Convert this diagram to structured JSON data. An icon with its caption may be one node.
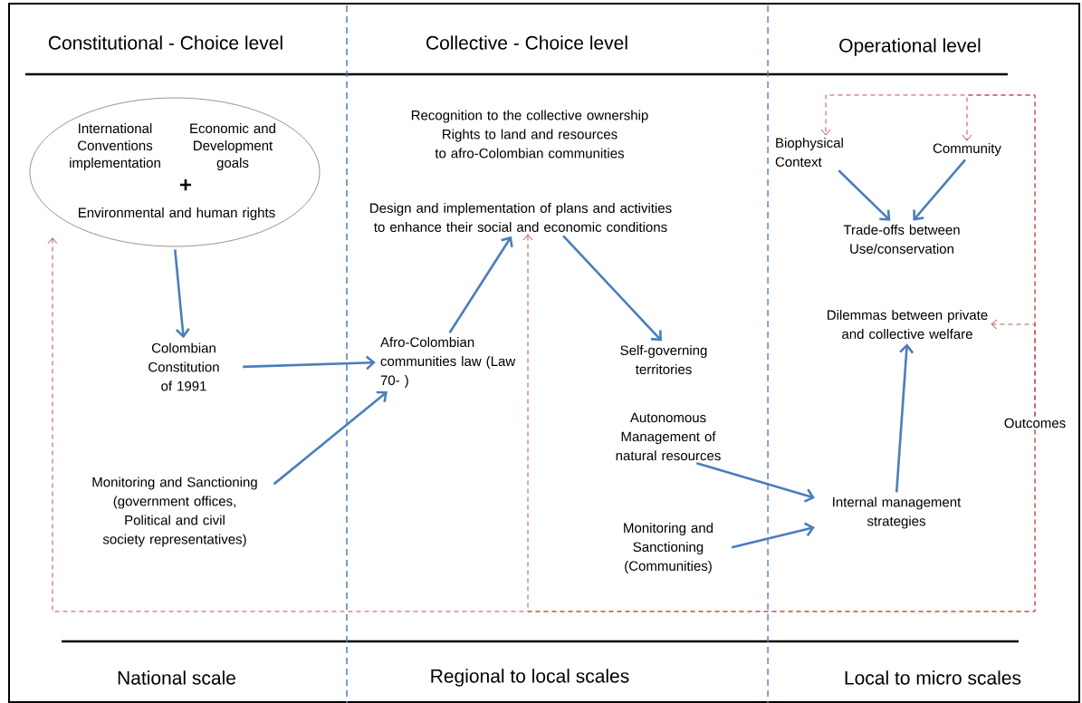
{
  "diagram": {
    "nodes": [
      {
        "text": [
          "International Conventions implementation",
          "Economic and Development goals",
          "+",
          "Environmental and human rights"
        ]
      },
      {
        "text": [
          "Colombian Constitution of 1991"
        ]
      },
      {
        "text": [
          "Monitoring and Sanctioning (government offices, Political and civil society representatives)"
        ]
      },
      {
        "text": [
          "Recognition to the collective ownership Rights to land and resources to afro-Colombian communities"
        ]
      },
      {
        "text": [
          "Design and implementation of plans and activities to enhance their social and economic conditions"
        ]
      },
      {
        "text": [
          "Afro-Colombian communities law (Law 70- )"
        ]
      },
      {
        "text": [
          "Self-governing territories"
        ]
      },
      {
        "text": [
          "Autonomous Management of natural resources"
        ]
      },
      {
        "text": [
          "Monitoring and Sanctioning (Communities)"
        ]
      },
      {
        "text": [
          "Biophysical Context"
        ]
      },
      {
        "text": [
          "Community"
        ]
      },
      {
        "text": [
          "Trade-offs between Use/conservation"
        ]
      },
      {
        "text": [
          "Dilemmas between private and collective welfare"
        ]
      },
      {
        "text": [
          "Internal management strategies"
        ]
      },
      {
        "text": [
          "Outcomes"
        ]
      }
    ],
    "edges": [
      {
        "from": 0,
        "to": 1,
        "arrow": "to"
      },
      {
        "from": 1,
        "to": 5,
        "arrow": "to"
      },
      {
        "from": 2,
        "to": 5,
        "arrow": "to"
      },
      {
        "from": 5,
        "to": 4,
        "arrow": "to"
      },
      {
        "from": 4,
        "to": 6,
        "arrow": "to"
      },
      {
        "from": 7,
        "to": 13,
        "arrow": "to"
      },
      {
        "from": 8,
        "to": 13,
        "arrow": "to"
      },
      {
        "from": 9,
        "to": 11,
        "arrow": "to"
      },
      {
        "from": 10,
        "to": 11,
        "arrow": "to"
      },
      {
        "from": 13,
        "to": 12,
        "arrow": "to"
      },
      {
        "from": 14,
        "to": 9,
        "arrow": "to",
        "style": "dashed",
        "color": "#c0504d"
      },
      {
        "from": 14,
        "to": 10,
        "arrow": "to",
        "style": "dashed",
        "color": "#c0504d"
      },
      {
        "from": 14,
        "to": 12,
        "arrow": "to",
        "style": "dashed",
        "color": "#c0504d"
      },
      {
        "from": 14,
        "to": 0,
        "arrow": "to",
        "style": "dashed",
        "color": "#c0504d"
      },
      {
        "from": 14,
        "to": 4,
        "arrow": "to",
        "style": "dashed",
        "color": "#c0504d"
      }
    ],
    "labels": [
      "Constitutional - Choice level",
      "Collective - Choice level",
      "Operational level",
      "National scale",
      "Regional to local scales",
      "Local to micro scales"
    ]
  }
}
